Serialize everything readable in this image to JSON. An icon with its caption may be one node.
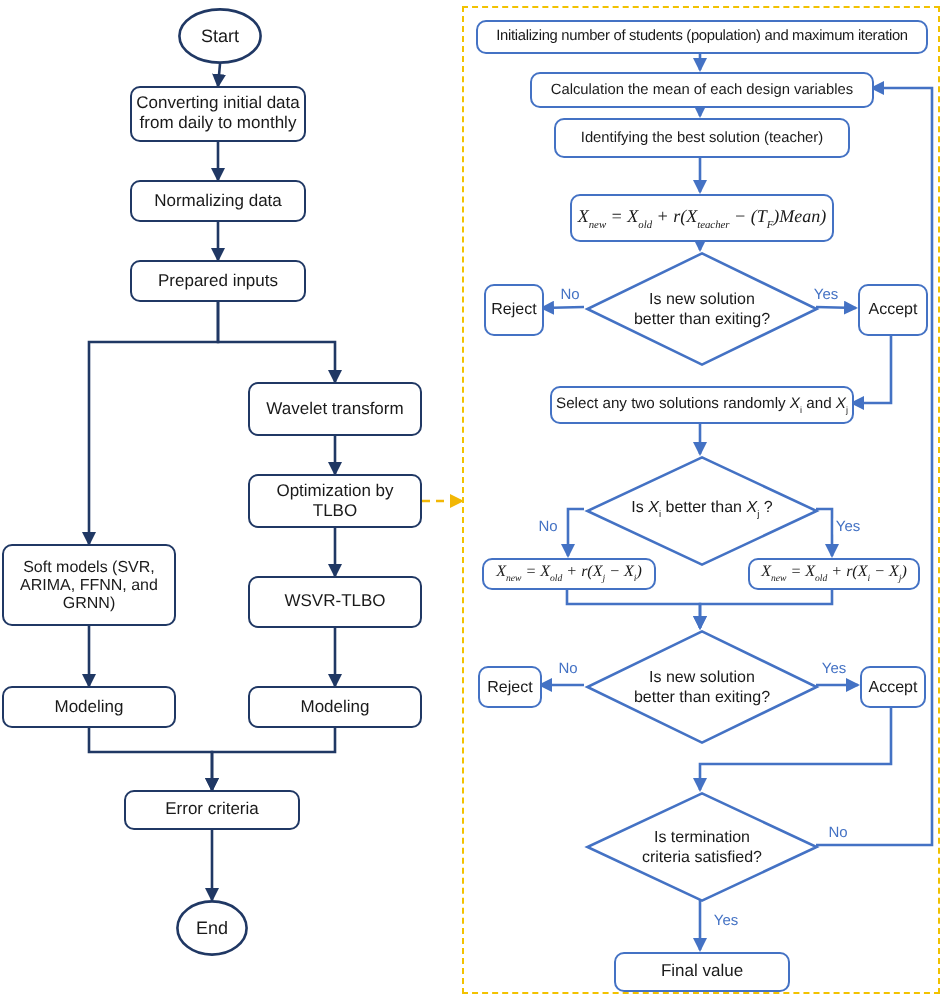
{
  "diagram": {
    "nodes": [
      {
        "text": [
          "Start"
        ]
      },
      {
        "text": [
          "Converting initial data from daily to monthly"
        ]
      },
      {
        "text": [
          "Normalizing data"
        ]
      },
      {
        "text": [
          "Prepared inputs"
        ]
      },
      {
        "text": [
          "Wavelet transform"
        ]
      },
      {
        "text": [
          "Optimization by TLBO"
        ]
      },
      {
        "text": [
          "Soft models (SVR, ARIMA, FFNN, and GRNN)"
        ]
      },
      {
        "text": [
          "WSVR-TLBO"
        ]
      },
      {
        "text": [
          "Modeling"
        ]
      },
      {
        "text": [
          "Modeling"
        ]
      },
      {
        "text": [
          "Error criteria"
        ]
      },
      {
        "text": [
          "End"
        ]
      },
      {
        "text": [],
        "shape": "box"
      },
      {
        "text": [
          "Initializing number of students (population) and maximum iteration"
        ],
        "in": 12
      },
      {
        "text": [
          "Calculation the mean of each design variables"
        ],
        "in": 12
      },
      {
        "text": [
          "Identifying the best solution (teacher)"
        ],
        "in": 12
      },
      {
        "text": [
          "X$_{new}$ = X$_{old}$ + r(X$_{teacher}$ − (T$_{F}$)Mean)"
        ],
        "in": 12
      },
      {
        "text": [
          "Is new solution better than exiting?"
        ],
        "in": 12
      },
      {
        "text": [
          "Reject"
        ],
        "in": 12
      },
      {
        "text": [
          "Accept"
        ],
        "in": 12
      },
      {
        "text": [
          "Select any two solutions randomly *X*$_{i}$ and *X*$_{j}$"
        ],
        "in": 12
      },
      {
        "text": [
          "Is *X*$_{i}$ better than *X*$_{j}$ ?"
        ],
        "in": 12
      },
      {
        "text": [
          "X$_{new}$ = X$_{old}$ + r(X$_{j}$ − X$_{i}$)"
        ],
        "in": 12
      },
      {
        "text": [
          "X$_{new}$ = X$_{old}$ + r(X$_{i}$ − X$_{j}$)"
        ],
        "in": 12
      },
      {
        "text": [
          "Is new solution better than exiting?"
        ],
        "in": 12
      },
      {
        "text": [
          "Reject"
        ],
        "in": 12
      },
      {
        "text": [
          "Accept"
        ],
        "in": 12
      },
      {
        "text": [
          "Is termination criteria satisfied?"
        ],
        "in": 12
      },
      {
        "text": [
          "Final value"
        ],
        "in": 12
      }
    ],
    "edges": [
      {
        "from": 0,
        "to": 1,
        "arrow": "to",
        "color": "#203864"
      },
      {
        "from": 1,
        "to": 2,
        "arrow": "to",
        "color": "#203864"
      },
      {
        "from": 2,
        "to": 3,
        "arrow": "to",
        "color": "#203864"
      },
      {
        "from": 3,
        "to": 4,
        "arrow": "to",
        "color": "#203864"
      },
      {
        "from": 3,
        "to": 6,
        "arrow": "to",
        "color": "#203864"
      },
      {
        "from": 4,
        "to": 5,
        "arrow": "to",
        "color": "#203864"
      },
      {
        "from": 5,
        "to": 7,
        "arrow": "to",
        "color": "#203864"
      },
      {
        "from": 6,
        "to": 8,
        "arrow": "to",
        "color": "#203864"
      },
      {
        "from": 7,
        "to": 9,
        "arrow": "to",
        "color": "#203864"
      },
      {
        "from": 8,
        "to": 10,
        "arrow": "to",
        "color": "#203864"
      },
      {
        "from": 9,
        "to": 10,
        "arrow": "to",
        "color": "#203864"
      },
      {
        "from": 10,
        "to": 11,
        "arrow": "to",
        "color": "#203864"
      },
      {
        "from": 5,
        "to": 12,
        "arrow": "to",
        "style": "dashed",
        "color": "#f2b705"
      },
      {
        "from": 13,
        "to": 14,
        "arrow": "to"
      },
      {
        "from": 14,
        "to": 15,
        "arrow": "to"
      },
      {
        "from": 15,
        "to": 16,
        "arrow": "to"
      },
      {
        "from": 16,
        "to": 17,
        "arrow": "to"
      },
      {
        "from": 17,
        "to": 18,
        "arrow": "to",
        "label": "No"
      },
      {
        "from": 17,
        "to": 19,
        "arrow": "to",
        "label": "Yes"
      },
      {
        "from": 19,
        "to": 20,
        "arrow": "to"
      },
      {
        "from": 20,
        "to": 21,
        "arrow": "to"
      },
      {
        "from": 21,
        "to": 22,
        "arrow": "to",
        "label": "No"
      },
      {
        "from": 21,
        "to": 23,
        "arrow": "to",
        "label": "Yes"
      },
      {
        "from": 22,
        "to": 24,
        "arrow": "to"
      },
      {
        "from": 23,
        "to": 24,
        "arrow": "to"
      },
      {
        "from": 24,
        "to": 25,
        "arrow": "to",
        "label": "No"
      },
      {
        "from": 24,
        "to": 26,
        "arrow": "to",
        "label": "Yes"
      },
      {
        "from": 26,
        "to": 27,
        "arrow": "to"
      },
      {
        "from": 27,
        "to": 28,
        "arrow": "to",
        "label": "Yes"
      },
      {
        "from": 27,
        "to": 14,
        "arrow": "to",
        "label": "No"
      }
    ]
  }
}
